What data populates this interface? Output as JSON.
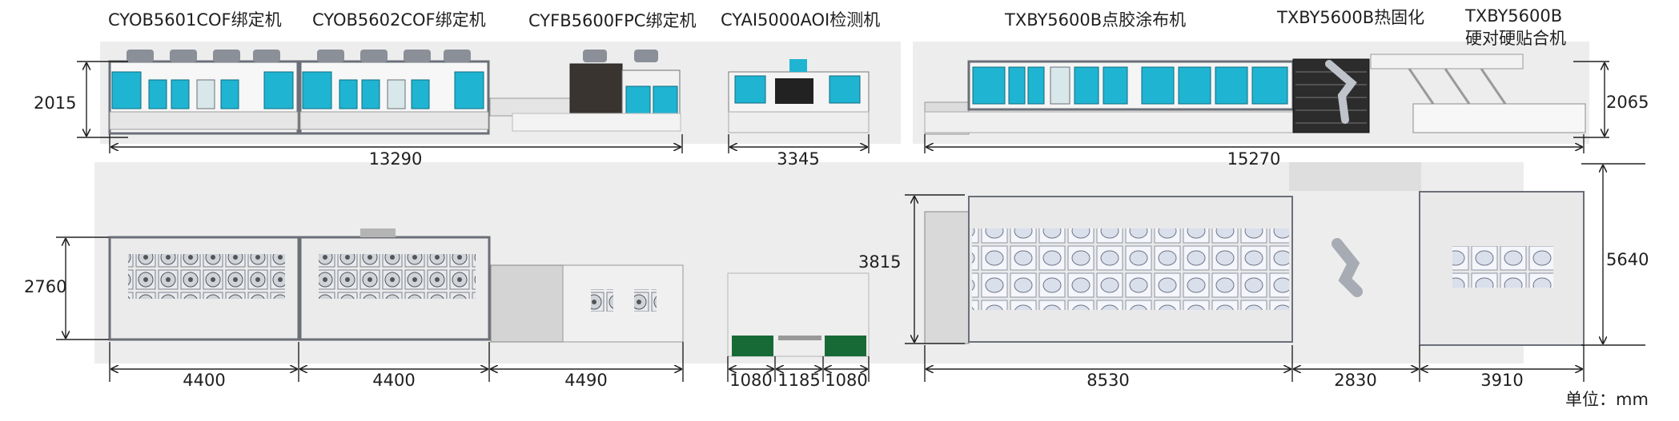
{
  "machines": {
    "m1": "CYOB5601COF绑定机",
    "m2": "CYOB5602COF绑定机",
    "m3": "CYFB5600FPC绑定机",
    "m4": "CYAI5000AOI检测机",
    "m5": "TXBY5600B点胶涂布机",
    "m6": "TXBY5600B热固化",
    "m7_line1": "TXBY5600B",
    "m7_line2": "硬对硬贴合机"
  },
  "heights": {
    "left_front": "2015",
    "right_front": "2065",
    "left_top": "2760",
    "mid_top": "3815",
    "right_top": "5640"
  },
  "lengths": {
    "group_a": "13290",
    "group_b": "3345",
    "group_c": "15270"
  },
  "widths": {
    "w1": "4400",
    "w2": "4400",
    "w3": "4490",
    "w4a": "1080",
    "w4b": "1185",
    "w4c": "1080",
    "w5": "8530",
    "w6": "2830",
    "w7": "3910"
  },
  "unit_label": "单位：mm",
  "colors": {
    "panel_cyan": "#1fb4d2",
    "frame_gray": "#6b6f78",
    "plate_gray": "#ededed",
    "dim_line": "#222222"
  }
}
